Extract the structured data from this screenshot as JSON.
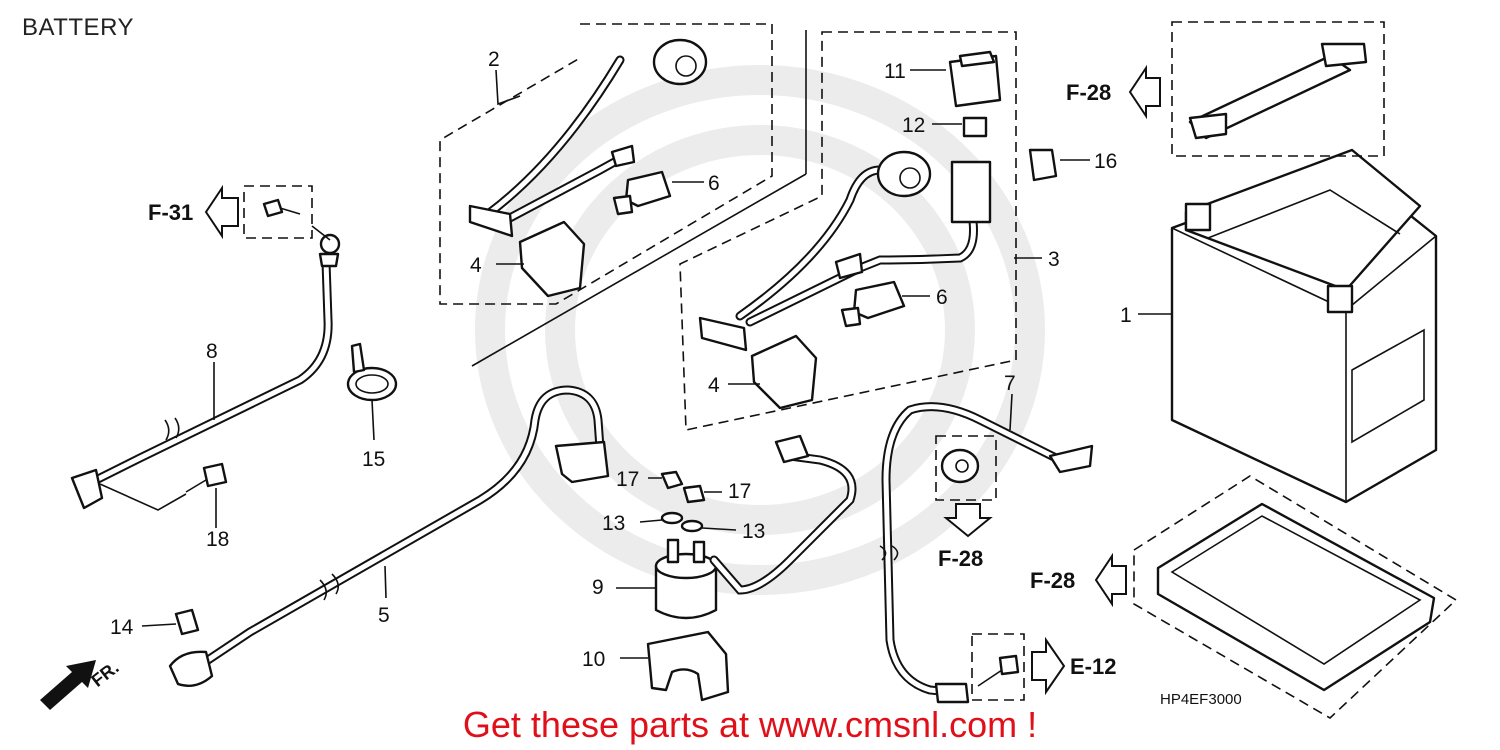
{
  "page_title": "BATTERY",
  "footer_text": "Get these parts at www.cmsnl.com !",
  "diagram_code": "HP4EF3000",
  "front_label": "FR.",
  "callouts": [
    "1",
    "2",
    "3",
    "4",
    "4",
    "5",
    "6",
    "6",
    "7",
    "8",
    "9",
    "10",
    "11",
    "12",
    "13",
    "13",
    "14",
    "15",
    "16",
    "17",
    "17",
    "18"
  ],
  "references": [
    "F-31",
    "F-28",
    "F-28",
    "F-28",
    "E-12"
  ],
  "colors": {
    "footer": "#e0101a",
    "line": "#111111",
    "watermark": "#ececec"
  }
}
